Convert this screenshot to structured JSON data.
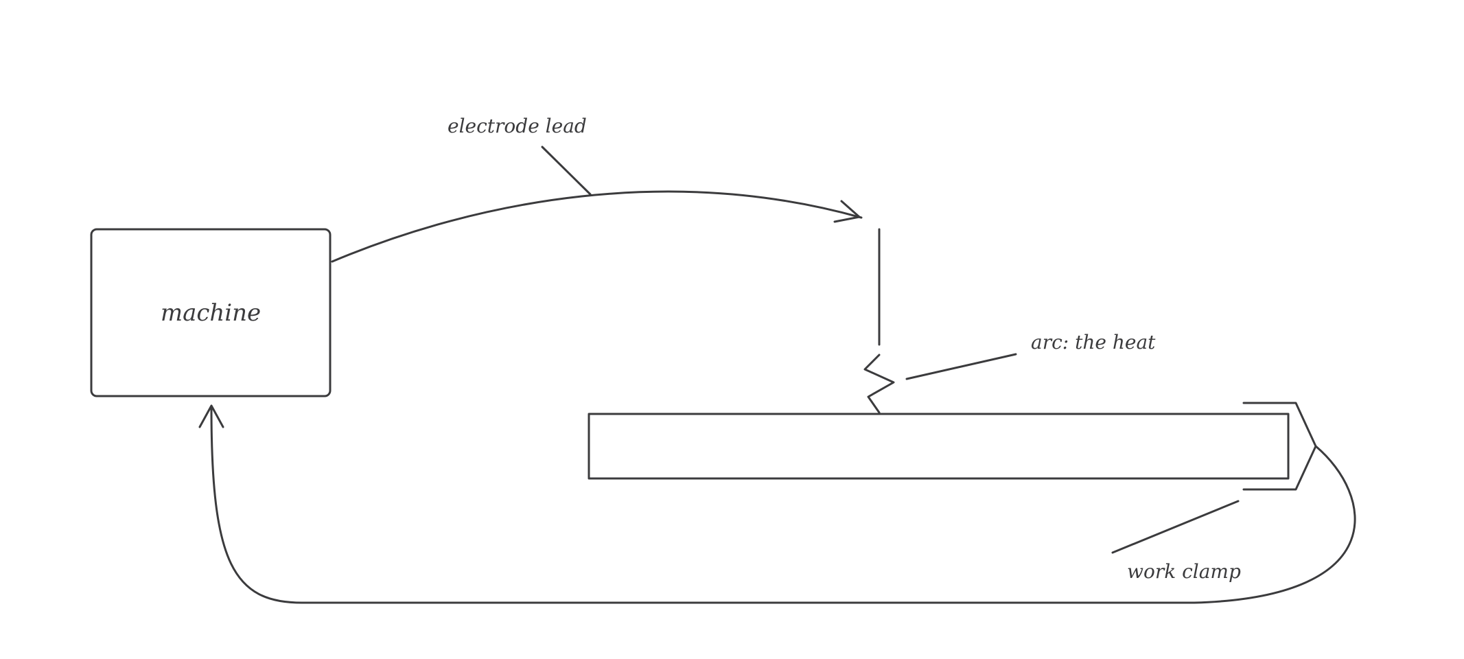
{
  "diagram": {
    "nodes": {
      "machine": {
        "label": "machine"
      }
    },
    "labels": {
      "electrode_lead": "electrode lead",
      "arc": "arc: the heat",
      "work_clamp": "work clamp"
    }
  },
  "colors": {
    "stroke": "#3b3b3d",
    "background": "#ffffff"
  }
}
